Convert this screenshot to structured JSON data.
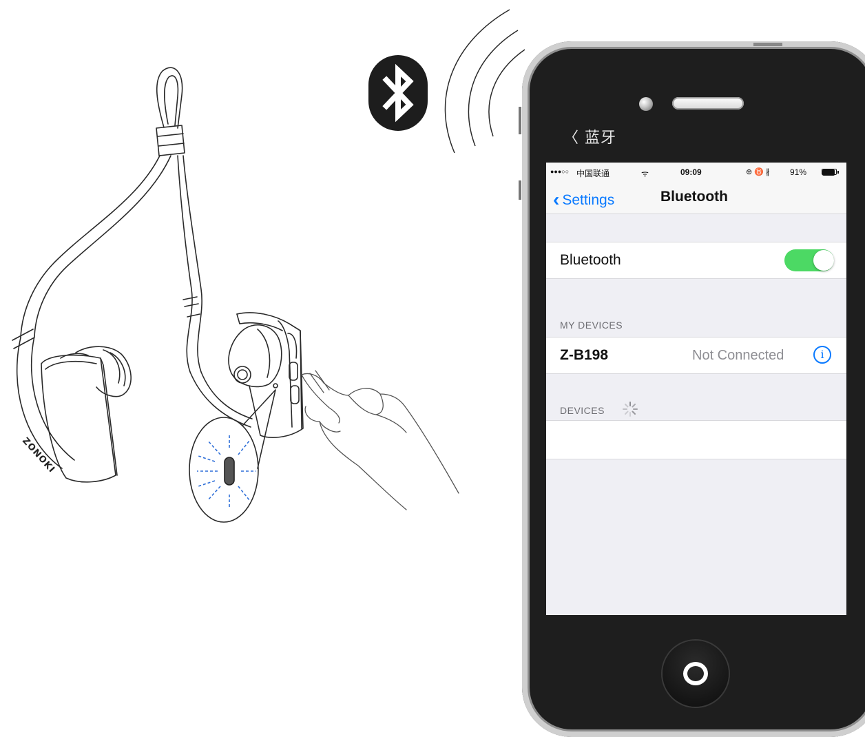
{
  "phone": {
    "caption": "〈 蓝牙",
    "home_button_icon": "home-ring-icon"
  },
  "status_bar": {
    "signal": "●●●○○",
    "carrier": "中国联通 ",
    "wifi_icon": "wifi-icon",
    "time": "09:09",
    "icons": "⊕ ♉ ∦",
    "battery_percent": "91%",
    "battery_level": 0.91
  },
  "nav": {
    "back_label": "Settings",
    "title": "Bluetooth"
  },
  "bluetooth_row": {
    "label": "Bluetooth",
    "toggle_on": true,
    "toggle_color": "#4cd964"
  },
  "my_devices": {
    "header": "MY DEVICES",
    "items": [
      {
        "name": "Z-B198",
        "status": "Not Connected",
        "info_icon": "i"
      }
    ]
  },
  "devices": {
    "header": "DEVICES"
  },
  "headset": {
    "brand": "ZONOKI"
  },
  "colors": {
    "ios_blue": "#0a7aff",
    "led_blue": "#2f6fd8",
    "phone_body": "#1e1e1e"
  }
}
